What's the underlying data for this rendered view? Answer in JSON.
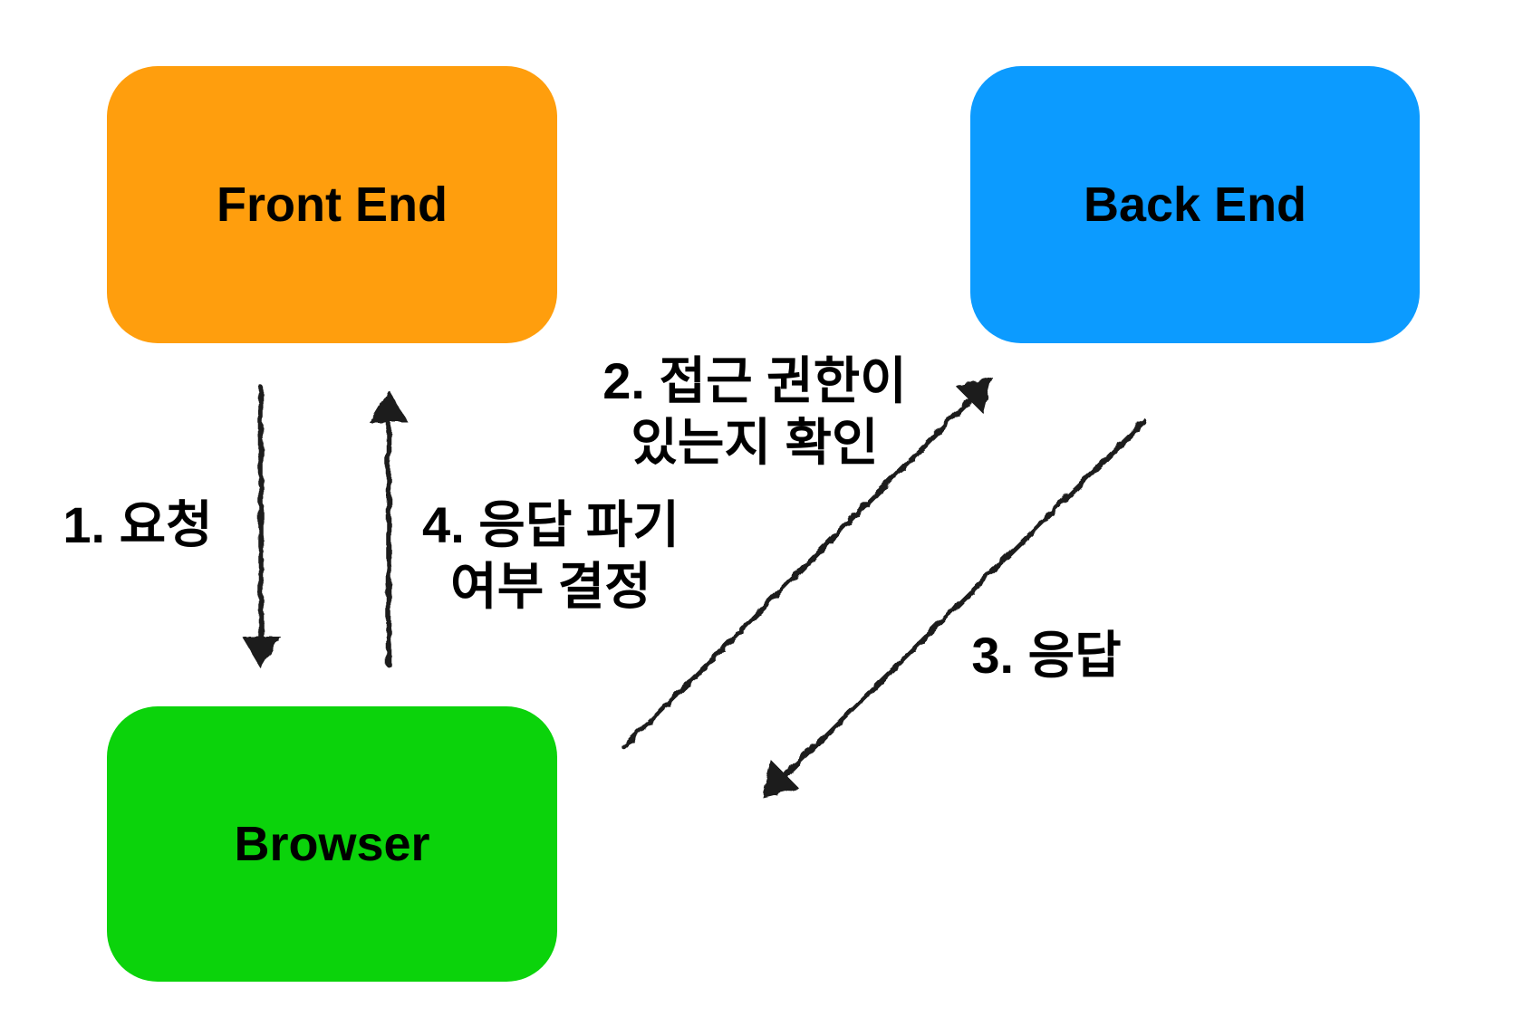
{
  "canvas": {
    "background": "#FFFFFF"
  },
  "nodes": {
    "front_end": {
      "label": "Front End",
      "fill": "#FF9E0D",
      "text_color": "#000000"
    },
    "back_end": {
      "label": "Back End",
      "fill": "#0C9BFF",
      "text_color": "#000000"
    },
    "browser": {
      "label": "Browser",
      "fill": "#0BD30B",
      "text_color": "#000000"
    }
  },
  "arrows": {
    "color": "#1A1A1A",
    "request": {
      "label": "1. 요청",
      "from": "Front End",
      "to": "Browser",
      "direction": "down"
    },
    "check_permission": {
      "label_line1": "2. 접근 권한이",
      "label_line2": "있는지 확인",
      "from": "Browser",
      "to": "Back End",
      "direction": "up-right"
    },
    "response": {
      "label": "3. 응답",
      "from": "Back End",
      "to": "Browser",
      "direction": "down-left"
    },
    "discard_decision": {
      "label_line1": "4. 응답 파기",
      "label_line2": "여부 결정",
      "from": "Browser",
      "to": "Front End",
      "direction": "up"
    }
  }
}
